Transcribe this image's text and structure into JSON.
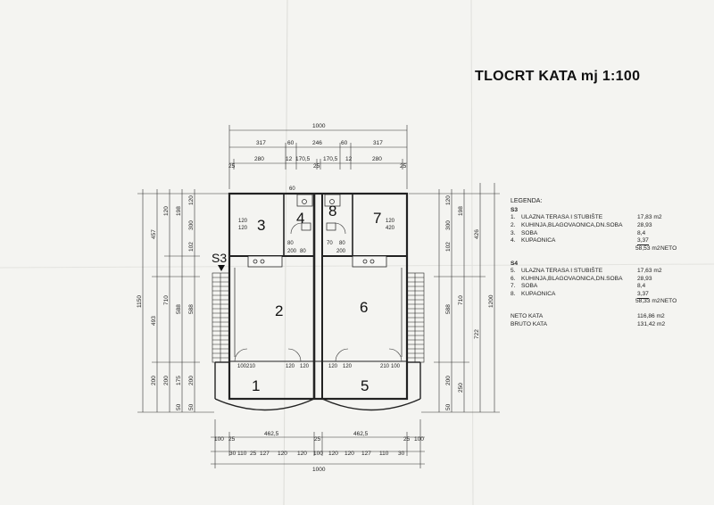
{
  "title": "TLOCRT KATA mj 1:100",
  "legend": {
    "header": "LEGENDA:",
    "groups": [
      {
        "name": "S3",
        "rows": [
          {
            "n": "1.",
            "label": "ULAZNA TERASA I STUBIŠTE",
            "value": "17,83 m2"
          },
          {
            "n": "2.",
            "label": "KUHINJA,BLAGOVAONICA,DN.SOBA",
            "value": "28,93"
          },
          {
            "n": "3.",
            "label": "SOBA",
            "value": "8,4"
          },
          {
            "n": "4.",
            "label": "KUPAONICA",
            "value": "3,37"
          }
        ],
        "total": "58,53 m2",
        "total_unit": "NETO"
      },
      {
        "name": "S4",
        "rows": [
          {
            "n": "5.",
            "label": "ULAZNA TERASA I STUBIŠTE",
            "value": "17,63 m2"
          },
          {
            "n": "6.",
            "label": "KUHINJA,BLAGOVAONICA,DN.SOBA",
            "value": "28,93"
          },
          {
            "n": "7.",
            "label": "SOBA",
            "value": "8,4"
          },
          {
            "n": "8.",
            "label": "KUPAONICA",
            "value": "3,37"
          }
        ],
        "total": "58,33 m2",
        "total_unit": "NETO"
      }
    ],
    "neto_label": "NETO KATA",
    "neto_value": "116,86 m2",
    "bruto_label": "BRUTO KATA",
    "bruto_value": "131,42 m2"
  },
  "rooms": {
    "r1": "1",
    "r2": "2",
    "r3": "3",
    "r4": "4",
    "r5": "5",
    "r6": "6",
    "r7": "7",
    "r8": "8",
    "section": "S3"
  },
  "dims": {
    "top_total": "1000",
    "top_row2": [
      "317",
      "60",
      "246",
      "60",
      "317"
    ],
    "top_row3": [
      "25",
      "280",
      "12",
      "170,5",
      "25",
      "170,5",
      "12",
      "280",
      "25"
    ],
    "bottom_total": "1000",
    "bottom_row1": [
      "100",
      "25",
      "462,5",
      "25",
      "462,5",
      "25",
      "100"
    ],
    "bottom_row2": [
      "30",
      "110",
      "25",
      "127",
      "120",
      "120",
      "100",
      "120",
      "120",
      "127",
      "110",
      "30"
    ],
    "left_total": "1150",
    "left_row2": [
      "457",
      "493",
      "200"
    ],
    "left_row3": [
      "120",
      "710",
      "200"
    ],
    "left_row4": [
      "198",
      "588",
      "175",
      "50"
    ],
    "left_row5": [
      "120",
      "300",
      "102",
      "588",
      "200",
      "50"
    ],
    "right_total": "1200",
    "right_row2": [
      "426",
      "722"
    ],
    "right_row3": [
      "198",
      "710",
      "250"
    ],
    "right_row4": [
      "120",
      "300",
      "102",
      "588",
      "200",
      "50"
    ],
    "opening_labels": [
      "120",
      "120",
      "80",
      "200",
      "60",
      "80",
      "70",
      "80",
      "200",
      "120",
      "420",
      "100",
      "210",
      "120",
      "120",
      "120",
      "120",
      "210",
      "100"
    ]
  }
}
